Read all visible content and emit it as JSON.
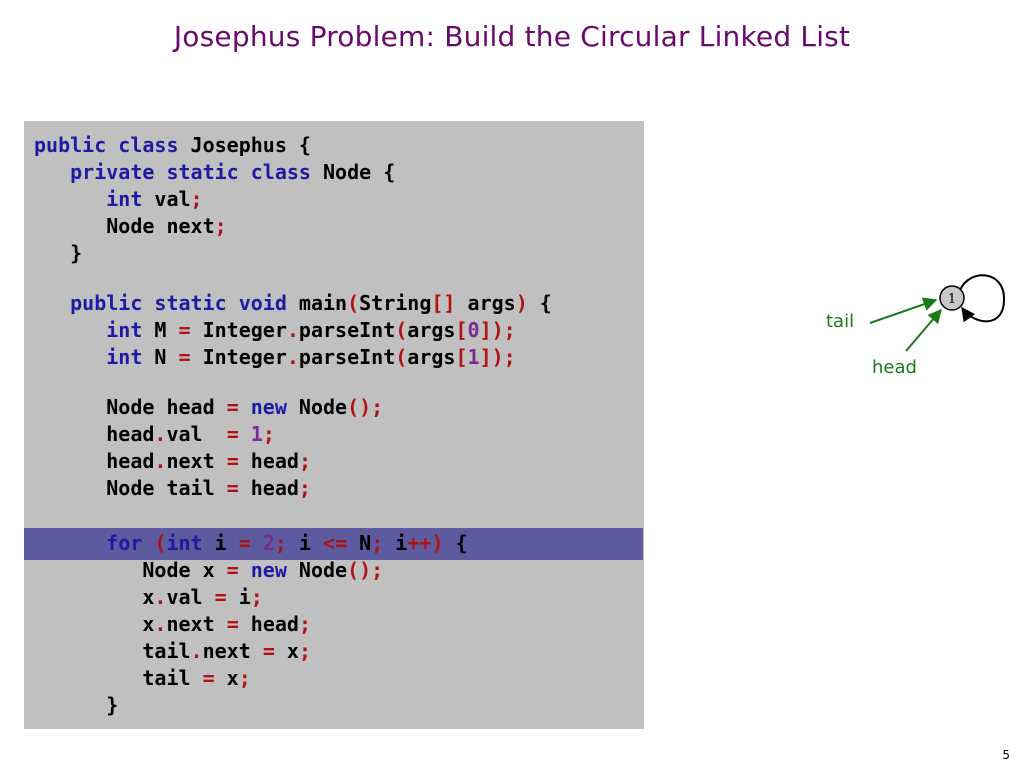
{
  "slide": {
    "title": "Josephus Problem:  Build the Circular Linked List",
    "page_number": "5"
  },
  "code": {
    "lines": [
      [
        {
          "t": "kw",
          "v": "public class"
        },
        {
          "t": "txt",
          "v": " Josephus {"
        }
      ],
      [
        {
          "t": "kw",
          "v": "   private static class"
        },
        {
          "t": "txt",
          "v": " Node {"
        }
      ],
      [
        {
          "t": "kw",
          "v": "      int"
        },
        {
          "t": "txt",
          "v": " val"
        },
        {
          "t": "op",
          "v": ";"
        }
      ],
      [
        {
          "t": "txt",
          "v": "      Node next"
        },
        {
          "t": "op",
          "v": ";"
        }
      ],
      [
        {
          "t": "txt",
          "v": "   }"
        }
      ],
      [],
      [
        {
          "t": "kw",
          "v": "   public static void"
        },
        {
          "t": "txt",
          "v": " main"
        },
        {
          "t": "op",
          "v": "("
        },
        {
          "t": "txt",
          "v": "String"
        },
        {
          "t": "op",
          "v": "[]"
        },
        {
          "t": "txt",
          "v": " args"
        },
        {
          "t": "op",
          "v": ")"
        },
        {
          "t": "txt",
          "v": " {"
        }
      ],
      [
        {
          "t": "kw",
          "v": "      int"
        },
        {
          "t": "txt",
          "v": " M "
        },
        {
          "t": "op",
          "v": "="
        },
        {
          "t": "txt",
          "v": " Integer"
        },
        {
          "t": "op",
          "v": "."
        },
        {
          "t": "txt",
          "v": "parseInt"
        },
        {
          "t": "op",
          "v": "("
        },
        {
          "t": "txt",
          "v": "args"
        },
        {
          "t": "op",
          "v": "["
        },
        {
          "t": "num",
          "v": "0"
        },
        {
          "t": "op",
          "v": "]);"
        }
      ],
      [
        {
          "t": "kw",
          "v": "      int"
        },
        {
          "t": "txt",
          "v": " N "
        },
        {
          "t": "op",
          "v": "="
        },
        {
          "t": "txt",
          "v": " Integer"
        },
        {
          "t": "op",
          "v": "."
        },
        {
          "t": "txt",
          "v": "parseInt"
        },
        {
          "t": "op",
          "v": "("
        },
        {
          "t": "txt",
          "v": "args"
        },
        {
          "t": "op",
          "v": "["
        },
        {
          "t": "num",
          "v": "1"
        },
        {
          "t": "op",
          "v": "]);"
        }
      ],
      [],
      [
        {
          "t": "txt",
          "v": "      Node head "
        },
        {
          "t": "op",
          "v": "="
        },
        {
          "t": "kw",
          "v": " new"
        },
        {
          "t": "txt",
          "v": " Node"
        },
        {
          "t": "op",
          "v": "();"
        }
      ],
      [
        {
          "t": "txt",
          "v": "      head"
        },
        {
          "t": "op",
          "v": "."
        },
        {
          "t": "txt",
          "v": "val  "
        },
        {
          "t": "op",
          "v": "="
        },
        {
          "t": "num",
          "v": " 1"
        },
        {
          "t": "op",
          "v": ";"
        }
      ],
      [
        {
          "t": "txt",
          "v": "      head"
        },
        {
          "t": "op",
          "v": "."
        },
        {
          "t": "txt",
          "v": "next "
        },
        {
          "t": "op",
          "v": "="
        },
        {
          "t": "txt",
          "v": " head"
        },
        {
          "t": "op",
          "v": ";"
        }
      ],
      [
        {
          "t": "txt",
          "v": "      Node tail "
        },
        {
          "t": "op",
          "v": "="
        },
        {
          "t": "txt",
          "v": " head"
        },
        {
          "t": "op",
          "v": ";"
        }
      ],
      [],
      [
        {
          "t": "kw",
          "v": "      for "
        },
        {
          "t": "op",
          "v": "("
        },
        {
          "t": "kw",
          "v": "int"
        },
        {
          "t": "txt",
          "v": " i "
        },
        {
          "t": "op",
          "v": "="
        },
        {
          "t": "num",
          "v": " 2"
        },
        {
          "t": "op",
          "v": ";"
        },
        {
          "t": "txt",
          "v": " i "
        },
        {
          "t": "op",
          "v": "<="
        },
        {
          "t": "txt",
          "v": " N"
        },
        {
          "t": "op",
          "v": ";"
        },
        {
          "t": "txt",
          "v": " i"
        },
        {
          "t": "op",
          "v": "++)"
        },
        {
          "t": "txt",
          "v": " {"
        }
      ],
      [
        {
          "t": "txt",
          "v": "         Node x "
        },
        {
          "t": "op",
          "v": "="
        },
        {
          "t": "kw",
          "v": " new"
        },
        {
          "t": "txt",
          "v": " Node"
        },
        {
          "t": "op",
          "v": "();"
        }
      ],
      [
        {
          "t": "txt",
          "v": "         x"
        },
        {
          "t": "op",
          "v": "."
        },
        {
          "t": "txt",
          "v": "val "
        },
        {
          "t": "op",
          "v": "="
        },
        {
          "t": "txt",
          "v": " i"
        },
        {
          "t": "op",
          "v": ";"
        }
      ],
      [
        {
          "t": "txt",
          "v": "         x"
        },
        {
          "t": "op",
          "v": "."
        },
        {
          "t": "txt",
          "v": "next "
        },
        {
          "t": "op",
          "v": "="
        },
        {
          "t": "txt",
          "v": " head"
        },
        {
          "t": "op",
          "v": ";"
        }
      ],
      [
        {
          "t": "txt",
          "v": "         tail"
        },
        {
          "t": "op",
          "v": "."
        },
        {
          "t": "txt",
          "v": "next "
        },
        {
          "t": "op",
          "v": "="
        },
        {
          "t": "txt",
          "v": " x"
        },
        {
          "t": "op",
          "v": ";"
        }
      ],
      [
        {
          "t": "txt",
          "v": "         tail "
        },
        {
          "t": "op",
          "v": "="
        },
        {
          "t": "txt",
          "v": " x"
        },
        {
          "t": "op",
          "v": ";"
        }
      ],
      [
        {
          "t": "txt",
          "v": "      }"
        }
      ]
    ]
  },
  "diagram": {
    "node_value": "1",
    "tail_label": "tail",
    "head_label": "head",
    "arrow_color": "#1a7a1a"
  }
}
